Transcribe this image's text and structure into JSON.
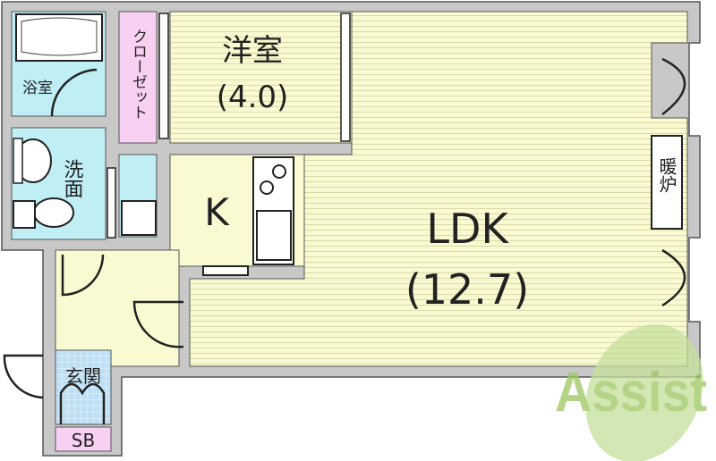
{
  "rooms": {
    "western": {
      "name": "洋室",
      "size": "(4.0)"
    },
    "closet": {
      "name": "クローゼット"
    },
    "bath": {
      "name": "浴室"
    },
    "washroom": {
      "name": "洗面"
    },
    "kitchen": {
      "name": "K"
    },
    "ldk": {
      "name": "LDK",
      "size": "(12.7)"
    },
    "fireplace": {
      "name": "暖炉"
    },
    "entrance": {
      "name": "玄関"
    },
    "shoebox": {
      "name": "SB"
    }
  },
  "logo": {
    "text": "Assist"
  },
  "colors": {
    "wall": "#c8c8c8",
    "wall_edge": "#555555",
    "room_yellow": "#fafad2",
    "wet_area": "#bfeef5",
    "closet_pink": "#f7d0f2",
    "logo_green": "#b7d98a",
    "logo_red": "#e9707a"
  }
}
